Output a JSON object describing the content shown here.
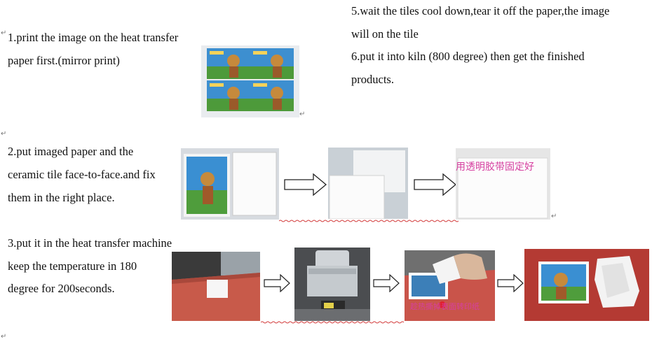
{
  "steps": {
    "s1": {
      "line1": "1.print the image on the heat transfer",
      "line2": "paper first.(mirror print)"
    },
    "s5": {
      "line1": "5.wait the tiles cool down,tear it off the paper,the image",
      "line2": "will on the tile"
    },
    "s6": {
      "line1": "6.put it into kiln (800 degree) then get the finished",
      "line2": "products."
    },
    "s2": {
      "line1": "2.put imaged paper and the",
      "line2": "ceramic tile face-to-face.and fix",
      "line3": "them in the right place."
    },
    "s3": {
      "line1": "3.put it in the heat transfer machine",
      "line2": "keep the temperature in 180",
      "line3": "degree for 200seconds."
    }
  },
  "photo_text": {
    "tape_note": "用透明胶带固定好",
    "paper_note": "趁热撕掉表面转印纸"
  },
  "marks": {
    "return": "↵"
  },
  "icons": {
    "arrow": "right-arrow-icon"
  },
  "colors": {
    "squiggle": "#d23a3a",
    "note_pink": "#d63fa0",
    "heatplate": "#c85a4a"
  }
}
